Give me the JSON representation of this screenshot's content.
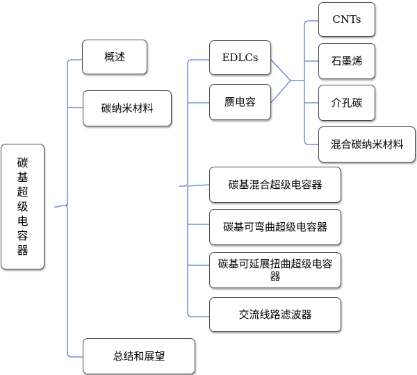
{
  "root": {
    "label": "碳基超级电容器"
  },
  "level1": {
    "overview": "概述",
    "carbon_nano": "碳纳米材料",
    "summary": "总结和展望"
  },
  "capacitor_types": {
    "edlc": "EDLCs",
    "pseudo": "赝电容"
  },
  "materials": {
    "cnts": "CNTs",
    "graphene": "石墨烯",
    "mesoporous": "介孔碳",
    "hybrid": "混合碳纳米材料"
  },
  "devices": {
    "hybrid_sc": "碳基混合超级电容器",
    "flexible_sc": "碳基可弯曲超级电容器",
    "stretchable_sc": "碳基可延展扭曲超级电容器",
    "ac_filter": "交流线路滤波器"
  }
}
